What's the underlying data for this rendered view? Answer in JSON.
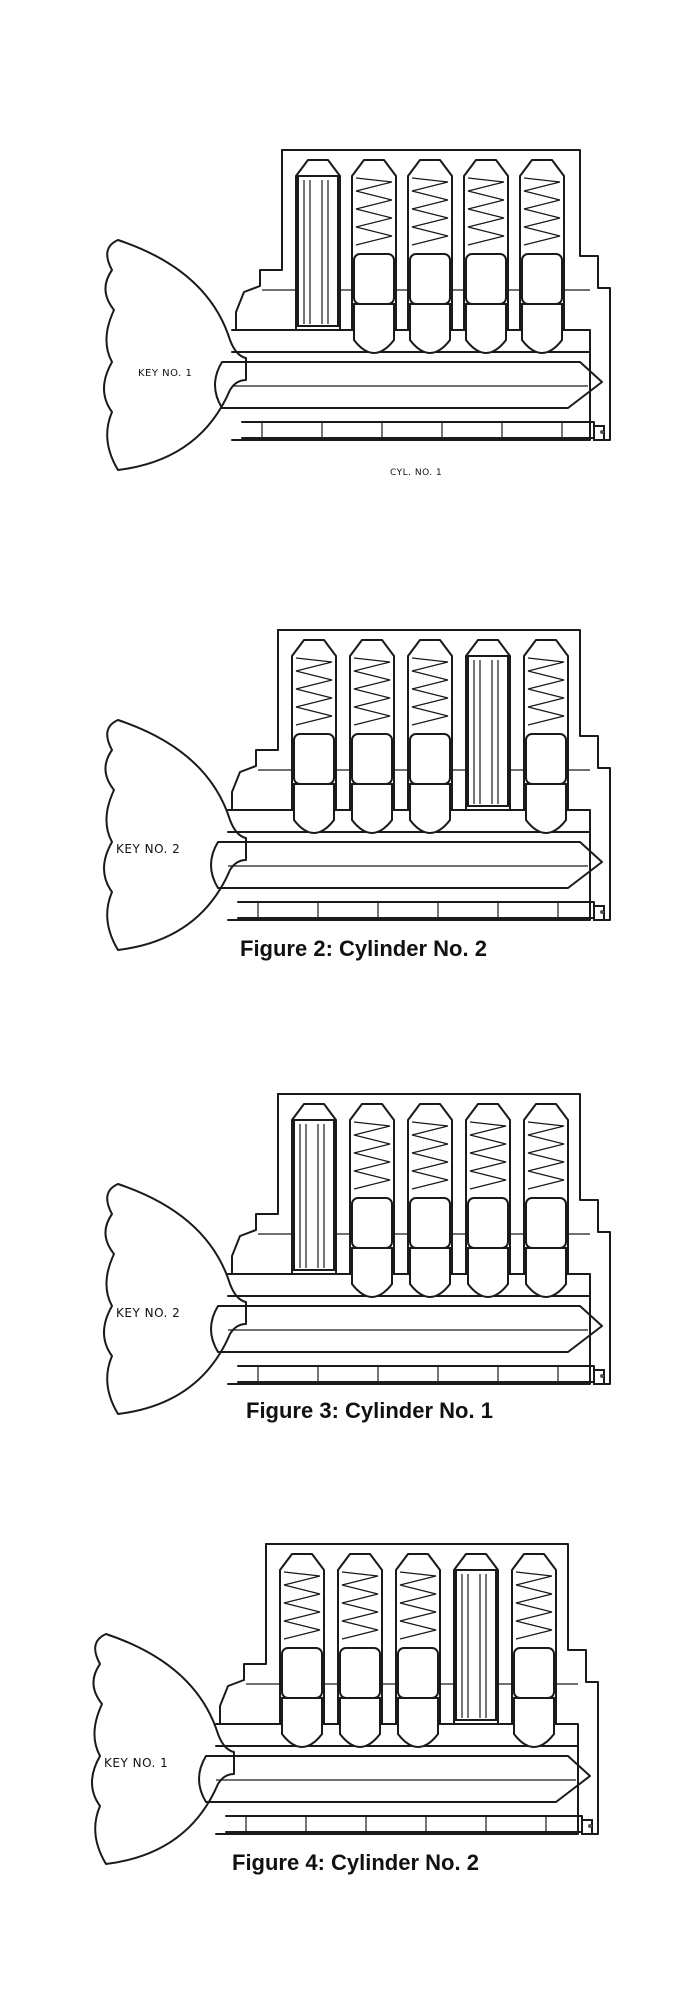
{
  "figures": [
    {
      "key_label": "KEY NO. 1",
      "cylinder_label": "CYL. NO. 1",
      "caption": "",
      "pins": [
        "driver",
        "spring",
        "spring",
        "spring",
        "spring"
      ]
    },
    {
      "key_label": "KEY NO. 2",
      "cylinder_label": "",
      "caption": "Figure 2: Cylinder No. 2",
      "pins": [
        "spring",
        "spring",
        "spring",
        "driver",
        "spring"
      ]
    },
    {
      "key_label": "KEY NO. 2",
      "cylinder_label": "",
      "caption": "Figure 3: Cylinder No. 1",
      "pins": [
        "driver",
        "spring",
        "spring",
        "spring",
        "spring"
      ]
    },
    {
      "key_label": "KEY NO. 1",
      "cylinder_label": "",
      "caption": "Figure 4: Cylinder No. 2",
      "pins": [
        "spring",
        "spring",
        "spring",
        "driver",
        "spring"
      ]
    }
  ]
}
